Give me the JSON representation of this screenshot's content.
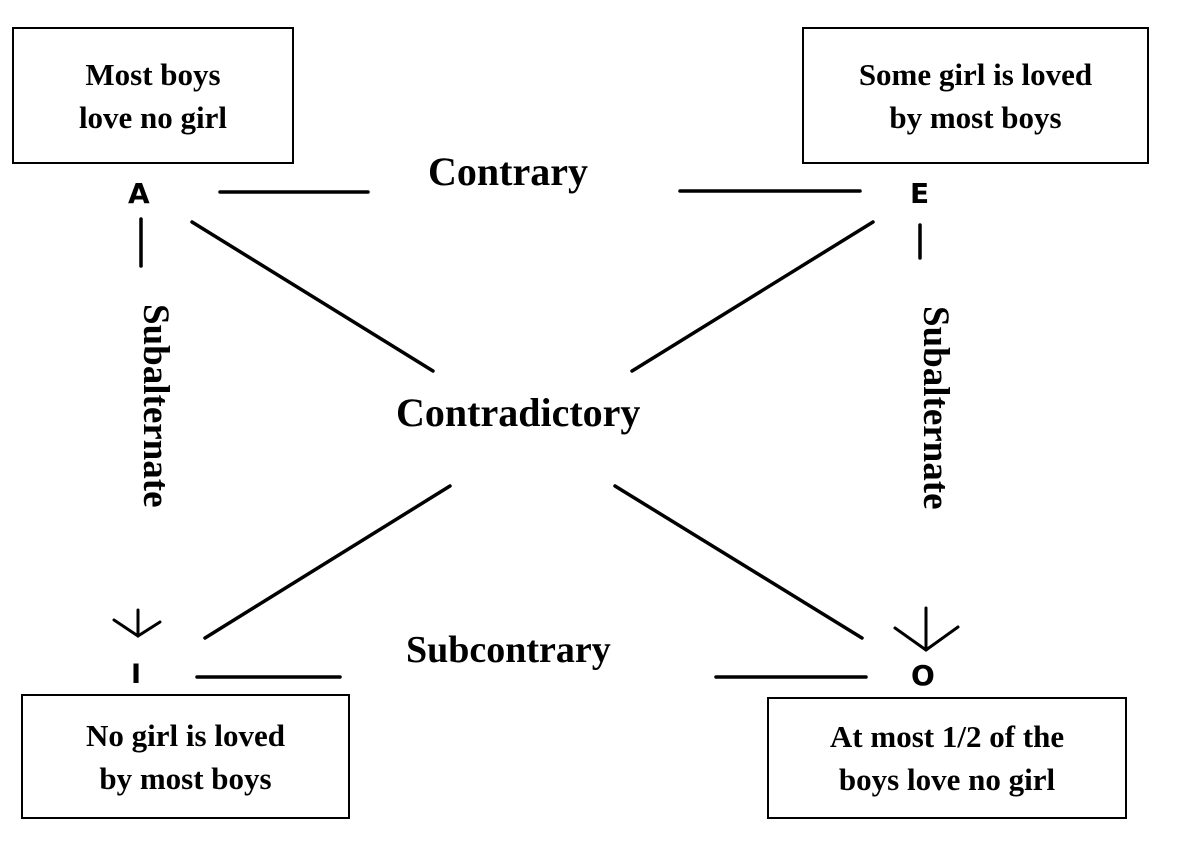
{
  "title": "Square of opposition for 'most'",
  "corners": {
    "A": {
      "letter": "A",
      "lines": [
        "Most boys",
        "love no girl"
      ]
    },
    "E": {
      "letter": "E",
      "lines": [
        "Some girl is loved",
        "by most boys"
      ]
    },
    "I": {
      "letter": "I",
      "lines": [
        "No girl is loved",
        "by most boys"
      ]
    },
    "O": {
      "letter": "O",
      "lines": [
        "At most 1/2 of the",
        "boys love no girl"
      ]
    }
  },
  "relations": {
    "contrary": "Contrary",
    "contradictory": "Contradictory",
    "subcontrary": "Subcontrary",
    "subalternate_left": "Subalternate",
    "subalternate_right": "Subalternate"
  },
  "colors": {
    "ink": "#000000",
    "background": "#ffffff"
  }
}
